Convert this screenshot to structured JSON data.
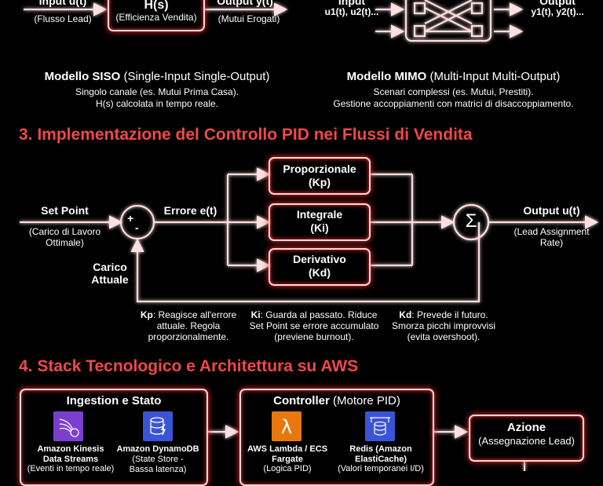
{
  "siso": {
    "input_label": "Input u(t)",
    "input_sub": "(Flusso Lead)",
    "block_label": "H(s)",
    "block_sub": "(Efficienza Vendita)",
    "output_label": "Output y(t)",
    "output_sub": "(Mutui Erogati)",
    "title_bold": "Modello SISO",
    "title_rest": "(Single-Input Single-Output)",
    "desc1": "Singolo canale (es. Mutui Prima Casa).",
    "desc2": "H(s) calcolata in tempo reale."
  },
  "mimo": {
    "input_label": "Input",
    "input_sub": "u1(t), u2(t)...",
    "output_label": "Output",
    "output_sub": "y1(t), y2(t)...",
    "title_bold": "Modello MIMO",
    "title_rest": "(Multi-Input Multi-Output)",
    "desc1": "Scenari complessi (es. Mutui, Prestiti).",
    "desc2": "Gestione accoppiamenti con matrici di disaccoppiamento."
  },
  "section3": {
    "heading": "3. Implementazione del Controllo PID nei Flussi di Vendita",
    "set_point": "Set Point",
    "set_point_sub": "(Carico di Lavoro Ottimale)",
    "errore": "Errore e(t)",
    "sum_plus": "+",
    "sum_minus": "-",
    "sigma": "Σ",
    "carico": "Carico Attuale",
    "output": "Output u(t)",
    "output_sub": "(Lead Assignment Rate)",
    "blocks": [
      {
        "name": "Proporzionale",
        "gain": "(Kp)"
      },
      {
        "name": "Integrale",
        "gain": "(Ki)"
      },
      {
        "name": "Derivativo",
        "gain": "(Kd)"
      }
    ],
    "notes": [
      {
        "key": "Kp",
        "text": ": Reagisce all'errore attuale. Regola proporzionalmente."
      },
      {
        "key": "Ki",
        "text": ": Guarda al passato. Riduce Set Point se errore accumulato (previene burnout)."
      },
      {
        "key": "Kd",
        "text": ": Prevede il futuro. Smorza picchi improvvisi (evita overshoot)."
      }
    ]
  },
  "section4": {
    "heading": "4. Stack Tecnologico e Architettura su AWS",
    "ingestion": {
      "title": "Ingestion e Stato",
      "services": [
        {
          "name": "Amazon Kinesis Data Streams",
          "sub": "(Eventi in tempo reale)",
          "icon": "kinesis-icon",
          "color": "#7b3fd0"
        },
        {
          "name": "Amazon DynamoDB",
          "sub": "(State Store - Bassa latenza)",
          "icon": "dynamodb-icon",
          "color": "#3a54d6"
        }
      ]
    },
    "controller": {
      "title_bold": "Controller",
      "title_rest": "(Motore PID)",
      "services": [
        {
          "name": "AWS Lambda / ECS Fargate",
          "sub": "(Logica PID)",
          "icon": "lambda-icon",
          "color": "#e8780e"
        },
        {
          "name": "Redis (Amazon ElastiCache)",
          "sub": "(Valori temporanei I/D)",
          "icon": "elasticache-icon",
          "color": "#3a54d6"
        }
      ]
    },
    "azione": {
      "title": "Azione",
      "sub": "(Assegnazione Lead)"
    }
  },
  "colors": {
    "heading": "#f04848",
    "glow": "#ff3030",
    "line": "#ffd8d8"
  }
}
